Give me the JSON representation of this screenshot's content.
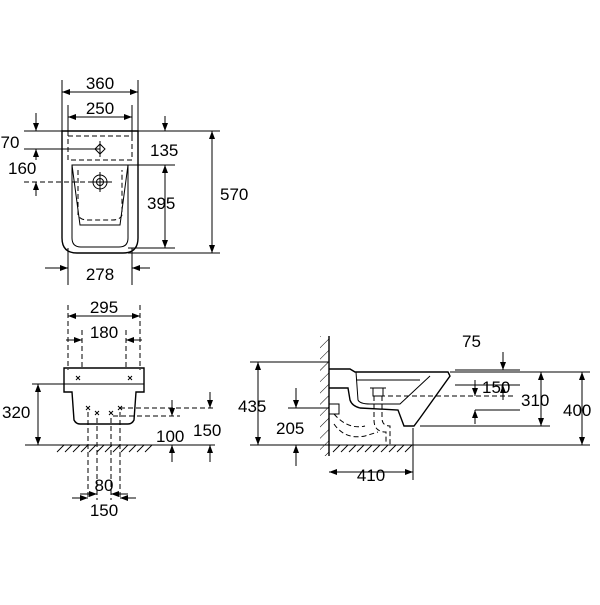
{
  "top_view": {
    "width_outer": "360",
    "width_inner": "250",
    "offset_top": "70",
    "offset_hole": "160",
    "hole_depth": "135",
    "bowl_depth": "395",
    "total_depth": "570",
    "base_width": "278"
  },
  "front_view": {
    "width_outer": "295",
    "width_inner": "180",
    "height": "320",
    "fix_high": "150",
    "fix_low": "100",
    "fix_spacing": "80",
    "fix_spacing_outer": "150"
  },
  "side_view": {
    "top_offset": "75",
    "bowl_drop": "150",
    "rim_height": "310",
    "total_height": "400",
    "mount_height": "435",
    "drain_height": "205",
    "projection": "410"
  }
}
